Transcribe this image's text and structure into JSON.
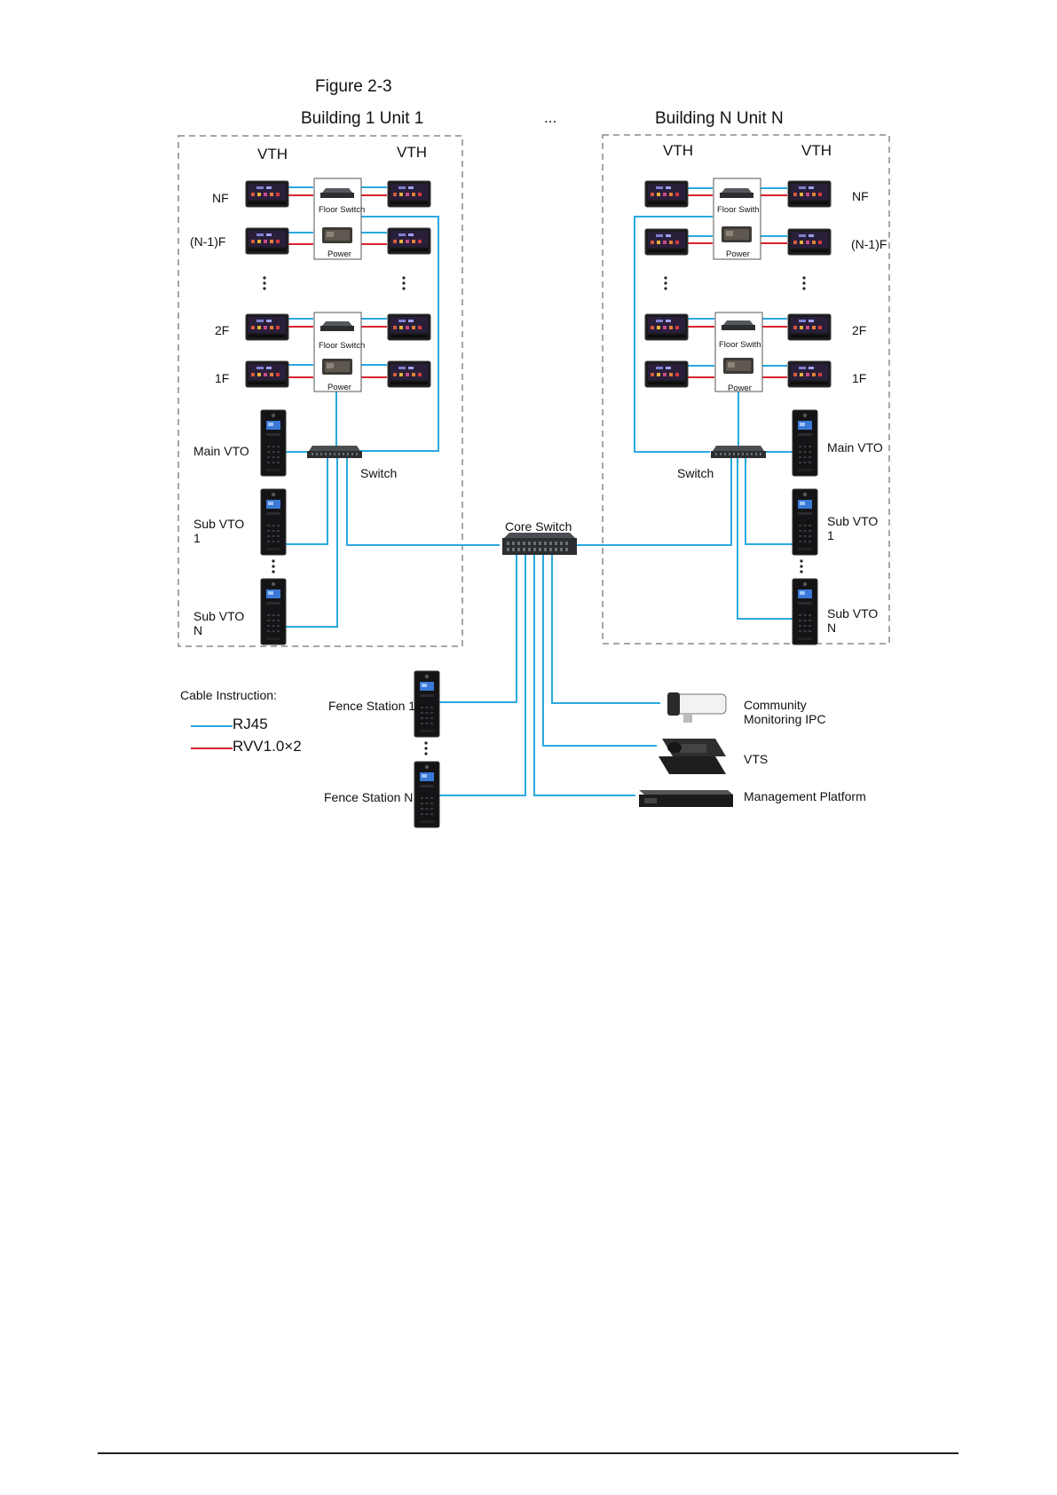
{
  "figure_title": "Figure 2-3",
  "left_building": {
    "title": "Building 1 Unit 1",
    "vth_left": "VTH",
    "vth_right": "VTH",
    "floors": [
      "NF",
      "(N-1)F",
      "2F",
      "1F"
    ],
    "floor_switch": "Floor Switch",
    "power": "Power",
    "main_vto": "Main  VTO",
    "switch": "Switch",
    "sub_vto_1": "Sub VTO\n1",
    "sub_vto_n": "Sub VTO\nN"
  },
  "ellipsis": "...",
  "right_building": {
    "title": "Building N Unit N",
    "vth_left": "VTH",
    "vth_right": "VTH",
    "floors": [
      "NF",
      "(N-1)F",
      "2F",
      "1F"
    ],
    "floor_switch": "Floor Swith",
    "power": "Power",
    "main_vto": "Main  VTO",
    "switch": "Switch",
    "sub_vto_1": "Sub VTO\n1",
    "sub_vto_n": "Sub VTO\nN"
  },
  "core_switch": "Core Switch",
  "fence_station_1": "Fence Station 1",
  "fence_station_n": "Fence Station N",
  "community_ipc": "Community\nMonitoring IPC",
  "vts": "VTS",
  "management_platform": "Management Platform",
  "cable_instruction": {
    "title": "Cable Instruction:",
    "rj45": "RJ45",
    "rvv": "RVV1.0×2"
  },
  "colors": {
    "rj45": "#29a9e0",
    "rvv": "#d9232e",
    "frame": "#8a8a8a"
  }
}
